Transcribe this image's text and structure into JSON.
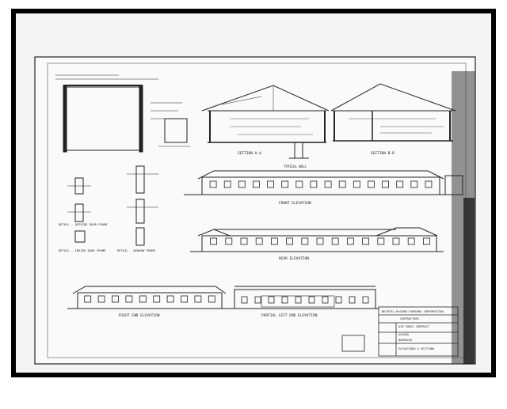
{
  "sheet": {
    "section_a_label": "SECTION A-A",
    "section_b_label": "SECTION B-B",
    "typical_wall_label": "TYPICAL WALL",
    "front_elevation_label": "FRONT ELEVATION",
    "rear_elevation_label": "REAR ELEVATION",
    "right_end_elevation_label": "RIGHT END ELEVATION",
    "partial_left_end_elevation_label": "PARTIAL LEFT END ELEVATION",
    "detail_outside_door_label": "DETAIL - OUTSIDE DOOR FRAME",
    "detail_inside_door_label": "DETAIL - INSIDE DOOR FRAME",
    "detail_window_label": "DETAIL - WINDOW FRAME",
    "title_block": {
      "firm": "BECHTEL-McCONE-PARSONS CORPORATION",
      "firm_sub": "CONTRACTORS",
      "line1": "AIR FORCE CONTRACT",
      "line2": "ALASKA",
      "line3": "BARRACKS",
      "line4": "ELEVATIONS & SECTIONS"
    }
  },
  "colors": {
    "frame": "#000000",
    "paper": "#f3f3f3",
    "ink": "#1a1a1a"
  }
}
